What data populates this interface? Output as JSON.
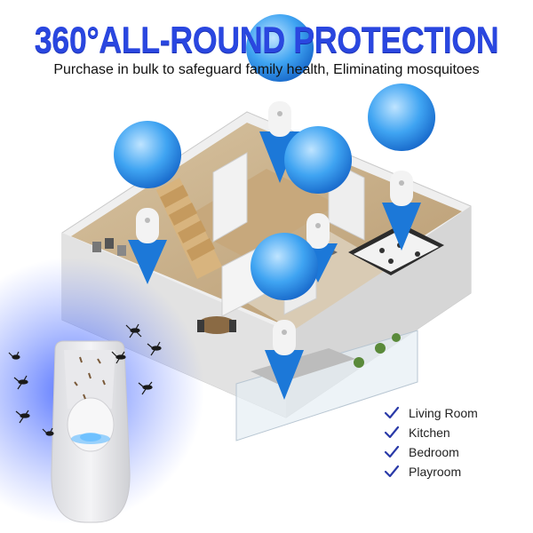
{
  "headline": "360°ALL-ROUND PROTECTION",
  "subheadline": "Purchase in bulk to safeguard family health, Eliminating mosquitoes",
  "colors": {
    "headline": "#2a47e0",
    "device_glow": "#3a5cff",
    "pin_blue": "#1e8ce8",
    "check": "#2a3aa8"
  },
  "features": [
    {
      "icon": "check-icon",
      "label": "Living Room"
    },
    {
      "icon": "check-icon",
      "label": "Kitchen"
    },
    {
      "icon": "check-icon",
      "label": "Bedroom"
    },
    {
      "icon": "check-icon",
      "label": "Playroom"
    }
  ],
  "pins": [
    "location-pin-icon",
    "location-pin-icon",
    "location-pin-icon",
    "location-pin-icon",
    "location-pin-icon"
  ],
  "device": "mosquito-killer-lamp"
}
